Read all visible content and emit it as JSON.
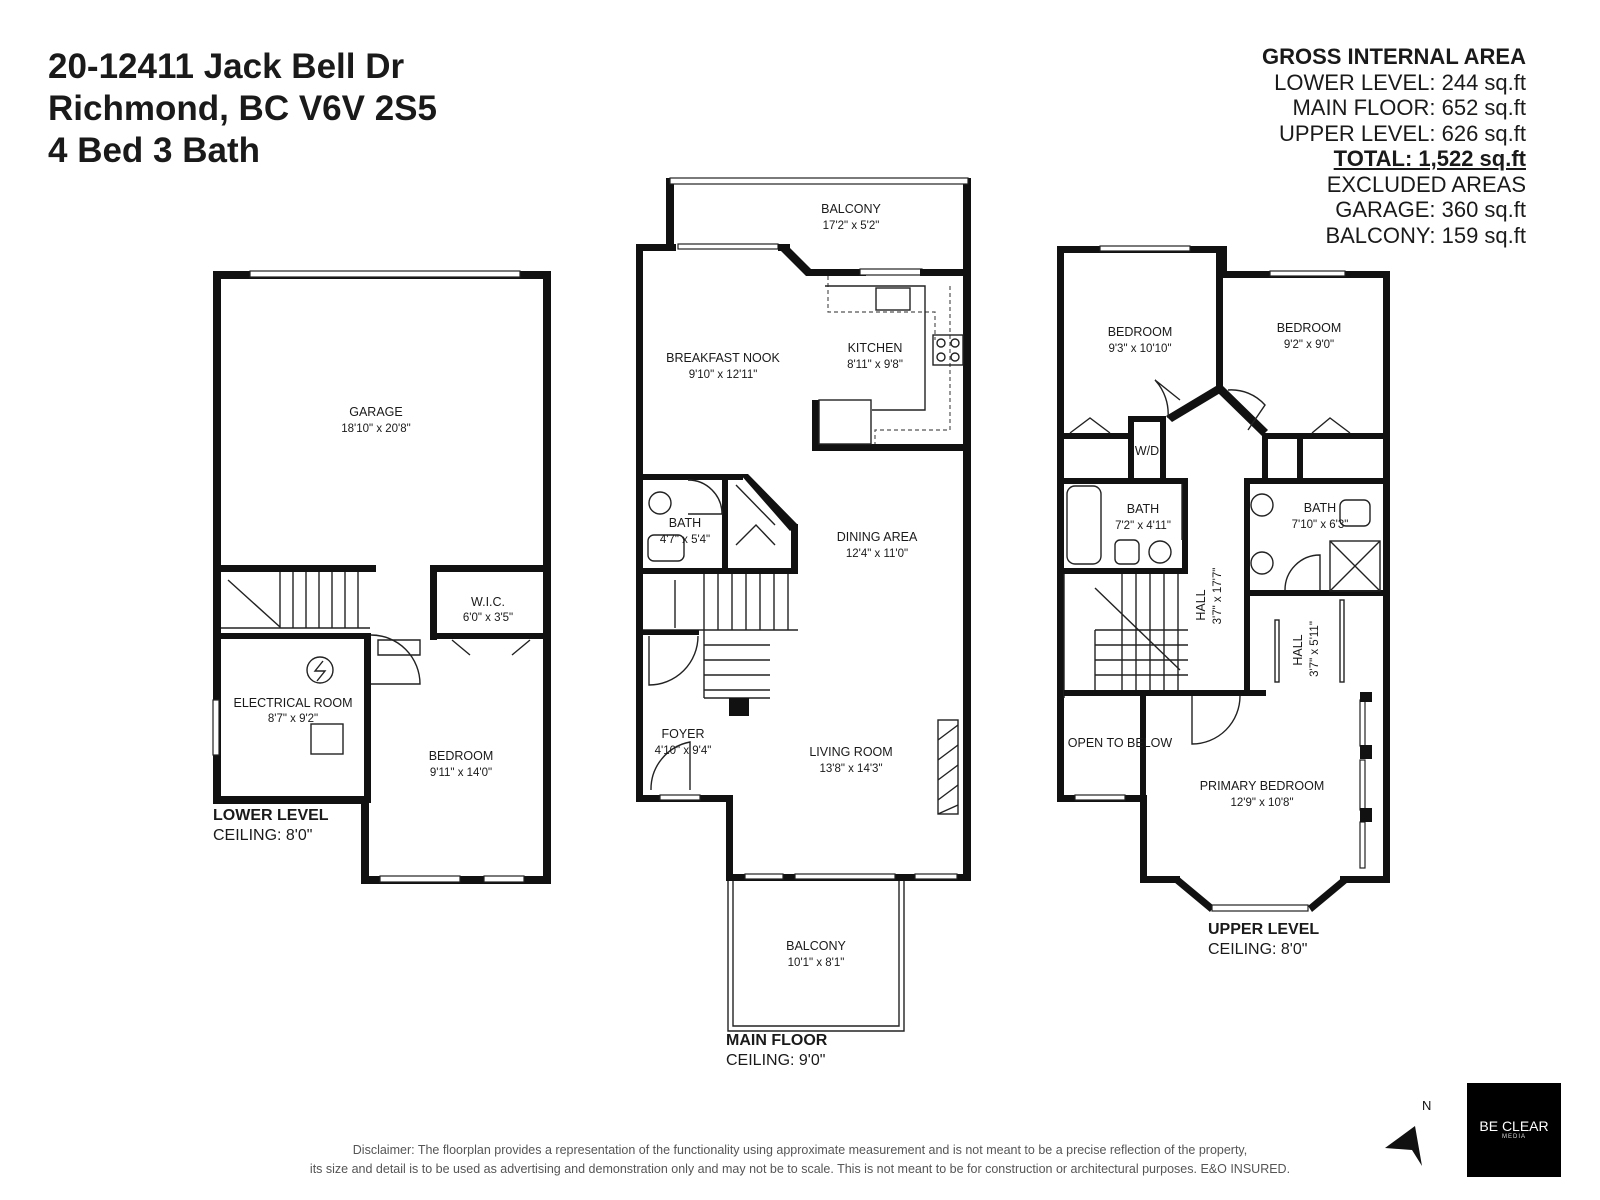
{
  "header": {
    "address_line1": "20-12411 Jack Bell Dr",
    "address_line2": "Richmond, BC V6V 2S5",
    "summary": "4 Bed 3 Bath"
  },
  "area": {
    "title": "GROSS INTERNAL AREA",
    "lower": "LOWER LEVEL: 244 sq.ft",
    "main": "MAIN FLOOR: 652 sq.ft",
    "upper": "UPPER LEVEL: 626 sq.ft",
    "total": "TOTAL: 1,522 sq.ft",
    "excluded": "EXCLUDED AREAS",
    "garage": "GARAGE: 360 sq.ft",
    "balcony": "BALCONY: 159 sq.ft"
  },
  "lower_level": {
    "label": "LOWER LEVEL",
    "ceiling": "CEILING: 8'0\"",
    "rooms": {
      "garage": {
        "name": "GARAGE",
        "dims": "18'10\" x 20'8\""
      },
      "wic": {
        "name": "W.I.C.",
        "dims": "6'0\" x 3'5\""
      },
      "electrical": {
        "name": "ELECTRICAL ROOM",
        "dims": "8'7\" x 9'2\""
      },
      "bedroom": {
        "name": "BEDROOM",
        "dims": "9'11\" x 14'0\""
      }
    }
  },
  "main_floor": {
    "label": "MAIN FLOOR",
    "ceiling": "CEILING: 9'0\"",
    "rooms": {
      "balcony_top": {
        "name": "BALCONY",
        "dims": "17'2\" x 5'2\""
      },
      "nook": {
        "name": "BREAKFAST NOOK",
        "dims": "9'10\" x 12'11\""
      },
      "kitchen": {
        "name": "KITCHEN",
        "dims": "8'11\" x 9'8\""
      },
      "bath": {
        "name": "BATH",
        "dims": "4'7\" x 5'4\""
      },
      "dining": {
        "name": "DINING AREA",
        "dims": "12'4\" x 11'0\""
      },
      "foyer": {
        "name": "FOYER",
        "dims": "4'10\" x 9'4\""
      },
      "living": {
        "name": "LIVING ROOM",
        "dims": "13'8\" x 14'3\""
      },
      "balcony_bottom": {
        "name": "BALCONY",
        "dims": "10'1\" x 8'1\""
      }
    }
  },
  "upper_level": {
    "label": "UPPER LEVEL",
    "ceiling": "CEILING: 8'0\"",
    "rooms": {
      "bedroom1": {
        "name": "BEDROOM",
        "dims": "9'3\" x 10'10\""
      },
      "bedroom2": {
        "name": "BEDROOM",
        "dims": "9'2\" x 9'0\""
      },
      "wd": {
        "name": "W/D"
      },
      "bath1": {
        "name": "BATH",
        "dims": "7'2\" x 4'11\""
      },
      "bath2": {
        "name": "BATH",
        "dims": "7'10\" x 6'3\""
      },
      "hall1": {
        "name": "HALL",
        "dims": "3'7\" x 17'7\""
      },
      "hall2": {
        "name": "HALL",
        "dims": "3'7\" x 5'11\""
      },
      "open": {
        "name": "OPEN TO BELOW"
      },
      "primary": {
        "name": "PRIMARY BEDROOM",
        "dims": "12'9\" x 10'8\""
      }
    }
  },
  "compass": {
    "label": "N"
  },
  "logo": {
    "line1": "BE CLEAR",
    "line2": "MEDIA"
  },
  "disclaimer": {
    "line1": "Disclaimer: The floorplan provides a representation of the functionality using approximate measurement and is not meant to be a precise reflection of the property,",
    "line2": "its size and detail is to be used as advertising and demonstration only and may not be to scale. This is not meant to be for construction or architectural purposes. E&O INSURED."
  }
}
